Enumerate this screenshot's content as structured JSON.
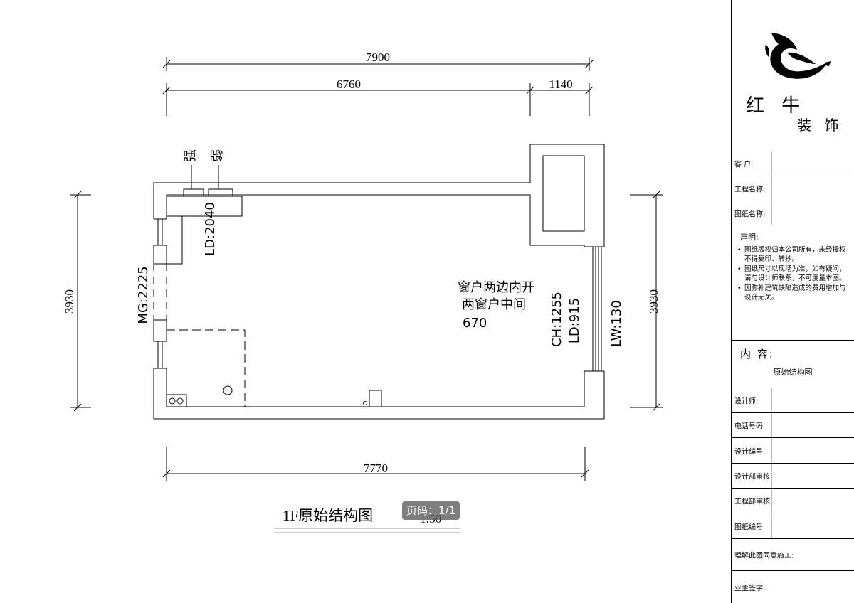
{
  "dimensions": {
    "overall_width": "7900",
    "left_segment": "6760",
    "right_segment": "1140",
    "bottom_width": "7770",
    "left_height": "3930",
    "right_height": "3930"
  },
  "labels": {
    "strong_power": "强",
    "weak_power": "弱",
    "ld_left": "LD:2040",
    "mg": "MG:2225",
    "window_note_line1": "窗户两边内开",
    "window_note_line2": "两窗户中间",
    "window_note_line3": "670",
    "ch": "CH:1255",
    "ld_right": "LD:915",
    "lw": "LW:130"
  },
  "drawing_title": {
    "title": "1F原始结构图",
    "scale": "1:50"
  },
  "page_badge": "页码：1/1",
  "title_block": {
    "brand_name": "红 牛",
    "brand_sub": "装 饰",
    "client_label": "客    户:",
    "project_label": "工程名称:",
    "drawing_label": "图纸名称:",
    "notes_title": "声明:",
    "notes": [
      "图纸版权归本公司所有，未经授权不得复印、转抄。",
      "图纸尺寸以现场为准，如有疑问，请与设计师联系，不可度量本图。",
      "因弥补建筑缺陷造成的费用增加与设计无关。"
    ],
    "content_label": "内 容:",
    "content_value": "原始结构图",
    "designer_label": "设计师:",
    "phone_label": "电话号码",
    "design_no_label": "设计编号",
    "dept_review_label": "设计部审核:",
    "eng_review_label": "工程部审核:",
    "drawing_no_label": "图纸编号",
    "agree_label": "理解此图同意施工:",
    "owner_sign_label": "业主签字:"
  }
}
